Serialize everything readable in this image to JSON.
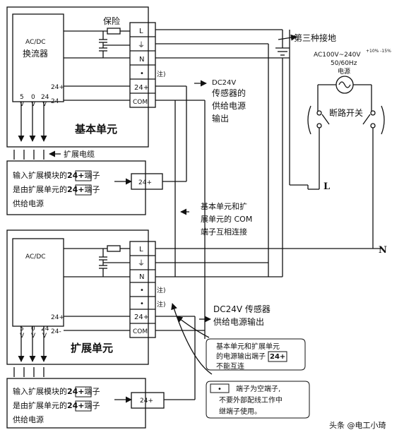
{
  "base_unit": {
    "title": "基本单元",
    "converter_line1": "AC/DC",
    "converter_line2": "换流器",
    "fuse_label": "保险",
    "out_5v": "5",
    "out_0v": "0",
    "out_24v": "24",
    "unit_v": "V",
    "terminals": [
      "L",
      "⏚",
      "N",
      "•",
      "24+",
      "COM"
    ],
    "pin_24p": "24+",
    "pin_24m": "24-"
  },
  "ground_label": "第三种接地",
  "supply_label_line1": "AC100V~240V",
  "supply_tolerance": "+10%\n-15%",
  "supply_label_line2": "50/60Hz",
  "supply_label_line3": "电源",
  "breaker_label": "断路开关",
  "line_L": "L",
  "line_N": "N",
  "note_mark": "注)",
  "sensor_supply_upper": [
    "DC24V",
    "传感器的",
    "供给电源",
    "输出"
  ],
  "ext_cable_label": "扩展电缆",
  "ext_module_note_upper": {
    "line1_prefix": "输入扩展模块的",
    "line1_terminal": "24+",
    "line1_suffix": "端子",
    "line2_prefix": "是由扩展单元的",
    "line2_terminal": "24+",
    "line2_suffix": "端子",
    "line3": "供给电源"
  },
  "ext_module_terminal": "24+",
  "com_note": [
    "基本单元和扩",
    "展单元的 COM",
    "端子互相连接"
  ],
  "ext_unit": {
    "title": "扩展单元",
    "converter_line1": "AC/DC",
    "terminals": [
      "L",
      "⏚",
      "N",
      "•",
      "•",
      "24+",
      "COM"
    ],
    "out_5v": "5",
    "out_0v": "0",
    "out_24v": "24",
    "unit_v": "V",
    "pin_24p": "24+",
    "pin_24m": "24-"
  },
  "sensor_supply_lower": {
    "line1": "DC24V 传感器",
    "line2": "供给电源输出"
  },
  "no_interconnect_note": {
    "line1": "基本单元和扩展单元",
    "line2_prefix": "的电源输出端子",
    "line2_terminal": "24+",
    "line3": "不能互连"
  },
  "ext_module_note_lower": {
    "line1_prefix": "输入扩展模块的",
    "line1_terminal": "24+",
    "line1_suffix": "端子",
    "line2_prefix": "是由扩展单元的",
    "line2_terminal": "24+",
    "line2_suffix": "端子",
    "line3": "供给电源"
  },
  "empty_terminal_note": {
    "dot": "•",
    "line1": "端子为空端子,",
    "line2": "不要外部配线工作中",
    "line3": "继端子使用。"
  },
  "watermark": "头条 @电工小琦"
}
